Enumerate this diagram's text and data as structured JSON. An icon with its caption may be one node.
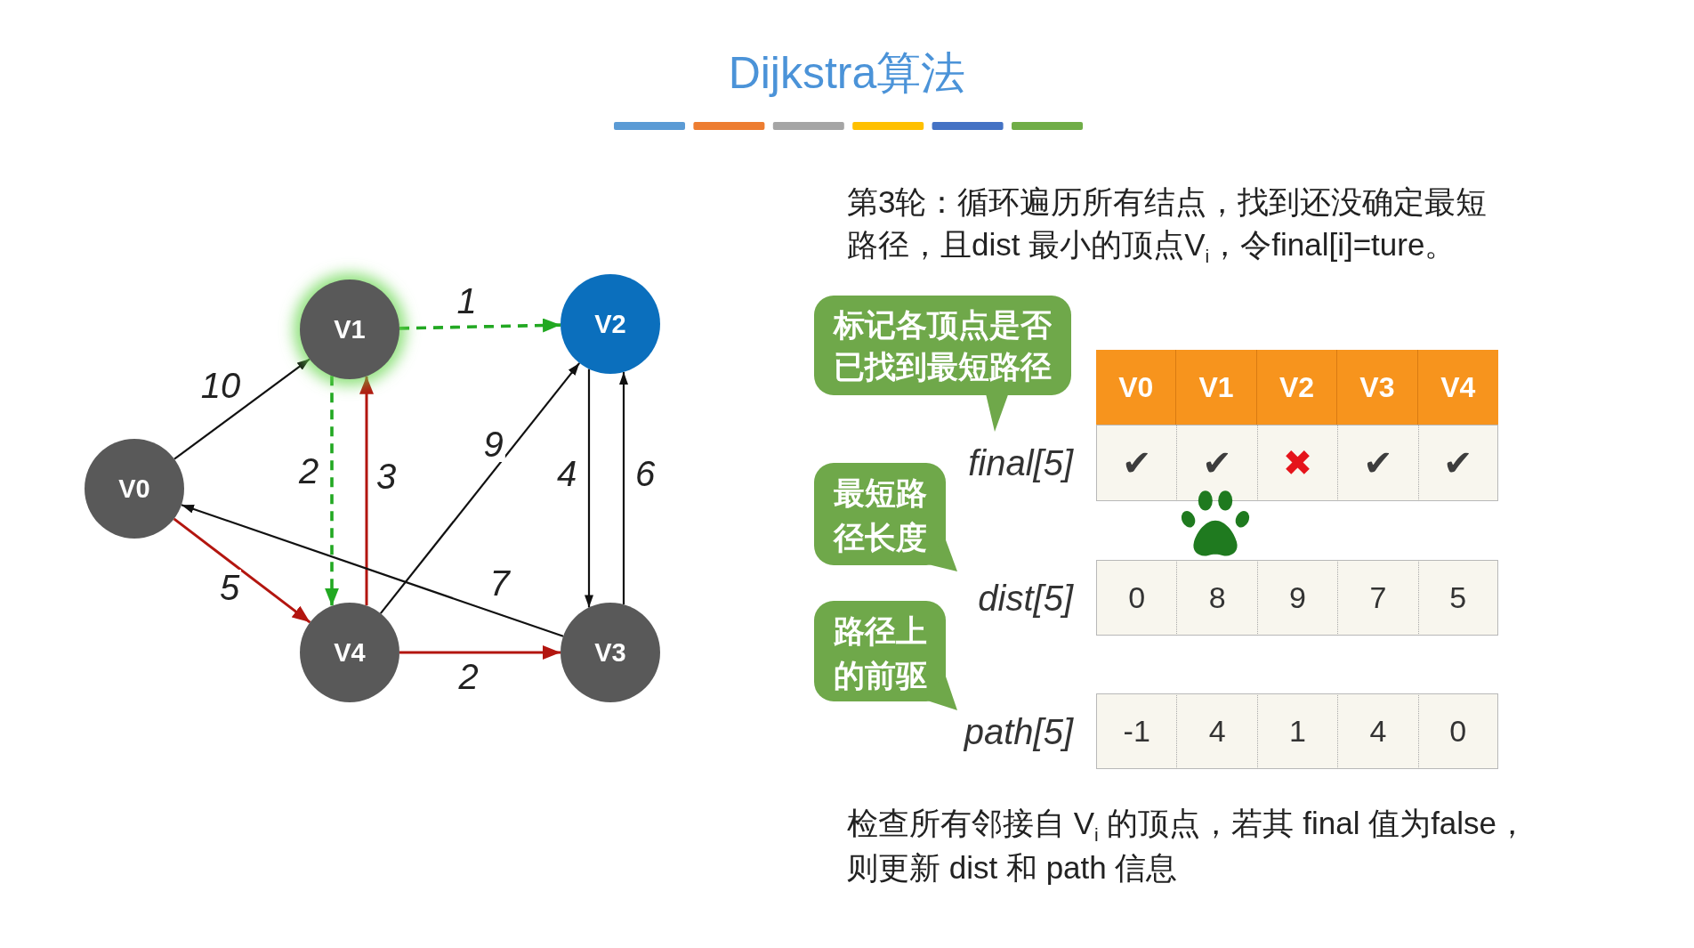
{
  "diagram": {
    "title": "Dijkstra算法",
    "nodes": [
      {
        "text": [
          "V0"
        ]
      },
      {
        "text": [
          "V1"
        ]
      },
      {
        "text": [
          "V2"
        ]
      },
      {
        "text": [
          "V3"
        ]
      },
      {
        "text": [
          "V4"
        ]
      },
      {
        "text": [
          "标记各顶点是否已找到最短路径"
        ]
      },
      {
        "text": [
          "最短路径长度"
        ]
      },
      {
        "text": [
          "路径上的前驱"
        ]
      }
    ],
    "edges": [
      {
        "from": 0,
        "to": 1,
        "arrow": "to",
        "label": "10"
      },
      {
        "from": 1,
        "to": 2,
        "arrow": "to",
        "label": "1",
        "style": "dashed",
        "color": "#22a822"
      },
      {
        "from": 1,
        "to": 4,
        "arrow": "to",
        "label": "2",
        "style": "dashed",
        "color": "#22a822"
      },
      {
        "from": 4,
        "to": 1,
        "arrow": "to",
        "label": "3",
        "color": "#b3150f"
      },
      {
        "from": 4,
        "to": 2,
        "arrow": "to",
        "label": "9"
      },
      {
        "from": 2,
        "to": 3,
        "arrow": "to",
        "label": "4"
      },
      {
        "from": 3,
        "to": 2,
        "arrow": "to",
        "label": "6"
      },
      {
        "from": 3,
        "to": 0,
        "arrow": "to",
        "label": "7"
      },
      {
        "from": 0,
        "to": 4,
        "arrow": "to",
        "label": "5",
        "color": "#b3150f"
      },
      {
        "from": 4,
        "to": 3,
        "arrow": "to",
        "label": "2",
        "color": "#b3150f"
      }
    ],
    "labels": [
      "第3轮：循环遍历所有结点，找到还没确定最短路径，且dist 最小的顶点V$_{i}$，令final[i]=ture。",
      "V0",
      "V1",
      "V2",
      "V3",
      "V4",
      "final[5]",
      "✔",
      "✔",
      "✖",
      "✔",
      "✔",
      "dist[5]",
      "0",
      "8",
      "9",
      "7",
      "5",
      "path[5]",
      "-1",
      "4",
      "1",
      "4",
      "0",
      "检查所有邻接自 V$_{i}$ 的顶点，若其 final 值为false，则更新 dist 和 path 信息"
    ]
  }
}
